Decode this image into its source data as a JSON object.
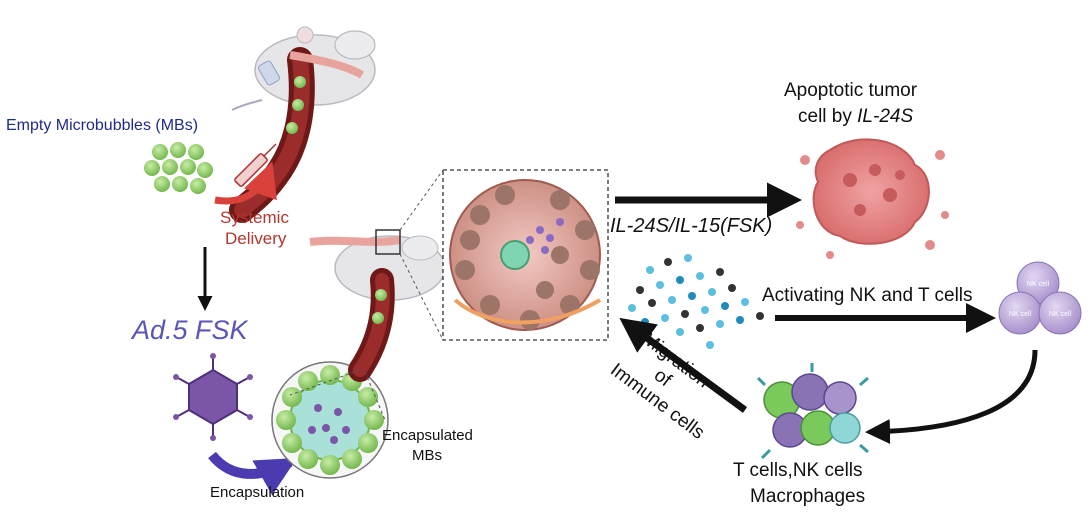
{
  "labels": {
    "empty_microbubbles": "Empty Microbubbles (MBs)",
    "systemic_delivery_1": "Systemic",
    "systemic_delivery_2": "Delivery",
    "ad5_fsk": "Ad.5 FSK",
    "encapsulation": "Encapsulation",
    "encapsulated_1": "Encapsulated",
    "encapsulated_2": "MBs",
    "apoptotic_1": "Apoptotic tumor",
    "apoptotic_2_prefix": "cell by ",
    "apoptotic_2_italic": "IL-24S",
    "il24s_il15": "IL-24S/IL-15(FSK)",
    "activating_nk_t": "Activating NK and T cells",
    "migration_1": "Migration",
    "migration_2": "of",
    "migration_3": "Immune cells",
    "t_nk_1": "T cells,NK cells",
    "t_nk_2": "Macrophages",
    "nk_cell": "NK cell"
  },
  "colors": {
    "microbubble": "#8fce6a",
    "vessel": "#7a1d1d",
    "tumor": "#d9a7a0",
    "virus": "#7b56a8",
    "nk_cell": "#b9a6d8",
    "arrow": "#111111"
  },
  "icons": [
    "mouse-icon",
    "syringe-icon",
    "virus-icon",
    "tumor-icon",
    "nk-cell-icon",
    "immune-cell-icon"
  ]
}
